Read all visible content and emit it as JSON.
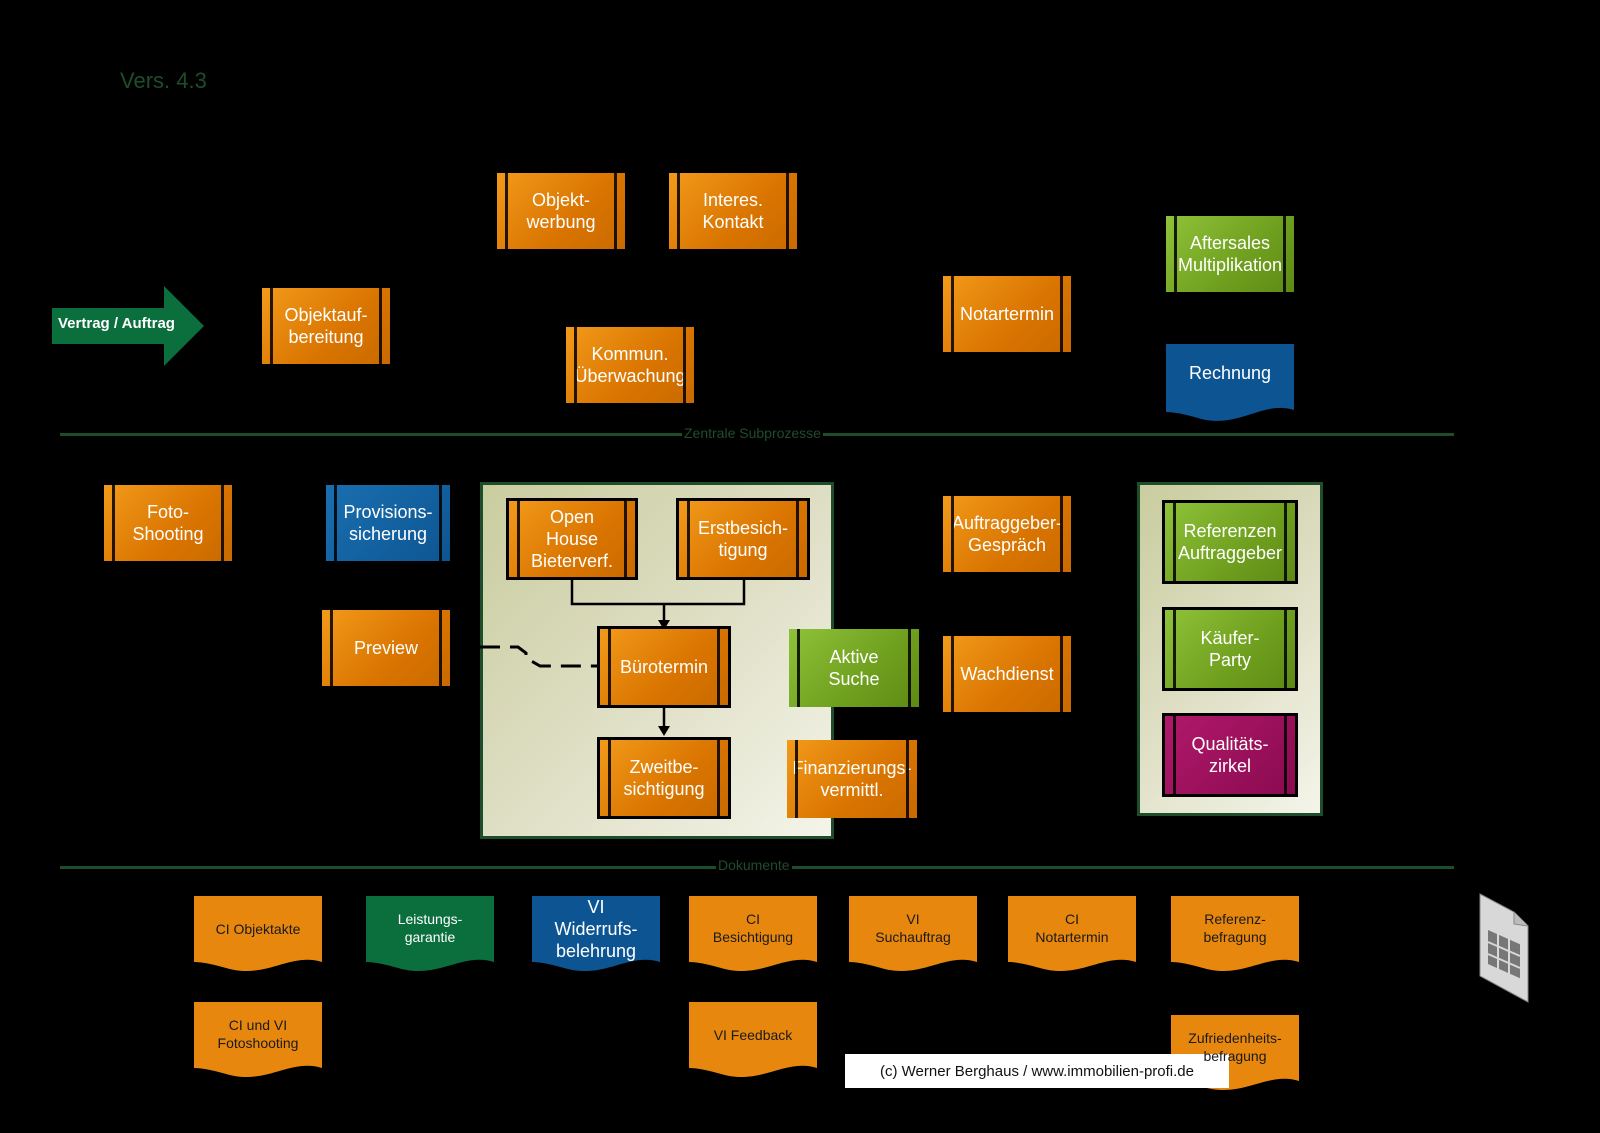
{
  "version": "Vers. 4.3",
  "start_arrow": {
    "label": "Vertrag / Auftrag",
    "color": "#0a6e3d"
  },
  "sections": {
    "sub": "Zentrale Subprozesse",
    "docs": "Dokumente"
  },
  "top": {
    "objektaufbereitung": "Objektauf-\nbereitung",
    "objektwerbung": "Objekt-\nwerbung",
    "interes_kontakt": "Interes.\nKontakt",
    "kommun": "Kommun.\nÜberwachung",
    "notartermin": "Notartermin",
    "aftersales": "Aftersales\nMultiplikation",
    "rechnung": "Rechnung"
  },
  "mid": {
    "foto": "Foto-\nShooting",
    "provision": "Provisions-\nsicherung",
    "preview": "Preview",
    "open_house": "Open\nHouse\nBieterverf.",
    "erstbesichtigung": "Erstbesich-\ntigung",
    "buerotermin": "Bürotermin",
    "zweitbesichtigung": "Zweitbe-\nsichtigung",
    "aktive_suche": "Aktive\nSuche",
    "finanzierung": "Finanzierungs-\nvermittl.",
    "auftraggeber": "Auftraggeber-\nGespräch",
    "wachdienst": "Wachdienst",
    "referenzen": "Referenzen\nAuftraggeber",
    "kaeufer": "Käufer-\nParty",
    "qualitaet": "Qualitäts-\nzirkel"
  },
  "docs": {
    "ci_objektakte": "CI Objektakte",
    "leistungsgarantie": "Leistungs-\ngarantie",
    "widerruf": "VI\nWiderrufs-\nbelehrung",
    "ci_besichtigung": "CI\nBesichtigung",
    "vi_suchauftrag": "VI\nSuchauftrag",
    "ci_notartermin": "CI\nNotartermin",
    "referenzbefragung": "Referenz-\nbefragung",
    "ci_vi_foto": "CI und VI\nFotoshooting",
    "vi_feedback": "VI Feedback",
    "zufriedenheit": "Zufriedenheits-\nbefragung"
  },
  "copyright": "(c) Werner Berghaus / www.immobilien-profi.de",
  "colors": {
    "orange": "#e8870d",
    "green": "#7aad28",
    "blue": "#0d5592",
    "magenta": "#9a0f5c",
    "dark_green": "#1e4d2b",
    "doc_green": "#0a6e3d"
  }
}
